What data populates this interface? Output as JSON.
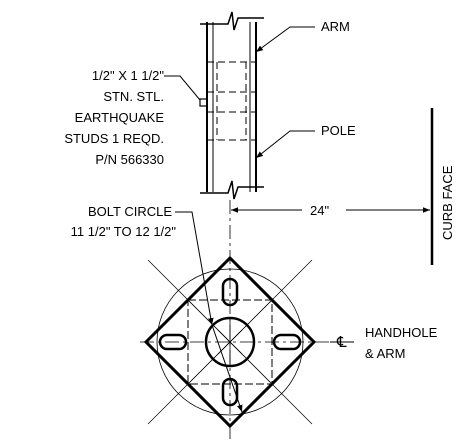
{
  "labels": {
    "arm": "ARM",
    "pole": "POLE",
    "stud_line1": "1/2\" X 1 1/2\"",
    "stud_line2": "STN. STL.",
    "stud_line3": "EARTHQUAKE",
    "stud_line4": "STUDS 1 REQD.",
    "stud_line5": "P/N 566330",
    "curb_face": "CURB FACE",
    "dimension": "24\"",
    "bolt_circle_line1": "BOLT CIRCLE",
    "bolt_circle_line2": "11 1/2\" TO 12 1/2\"",
    "centerline_symbol": "℄",
    "handhole_line1": "HANDHOLE",
    "handhole_line2": "& ARM"
  }
}
